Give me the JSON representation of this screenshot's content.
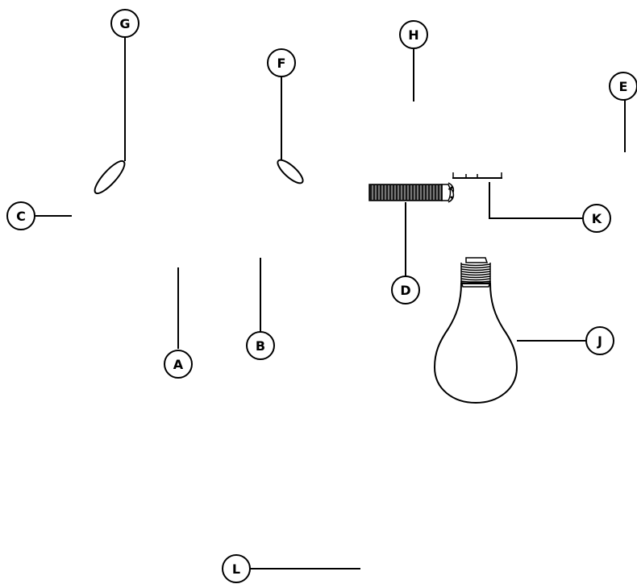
{
  "diagram": {
    "callouts": {
      "A": "A",
      "B": "B",
      "C": "C",
      "D": "D",
      "E": "E",
      "F": "F",
      "G": "G",
      "H": "H",
      "J": "J",
      "K": "K",
      "L": "L"
    },
    "parts": [
      "shade-left",
      "shade-right",
      "threaded-rod",
      "bracket",
      "light-bulb"
    ]
  }
}
